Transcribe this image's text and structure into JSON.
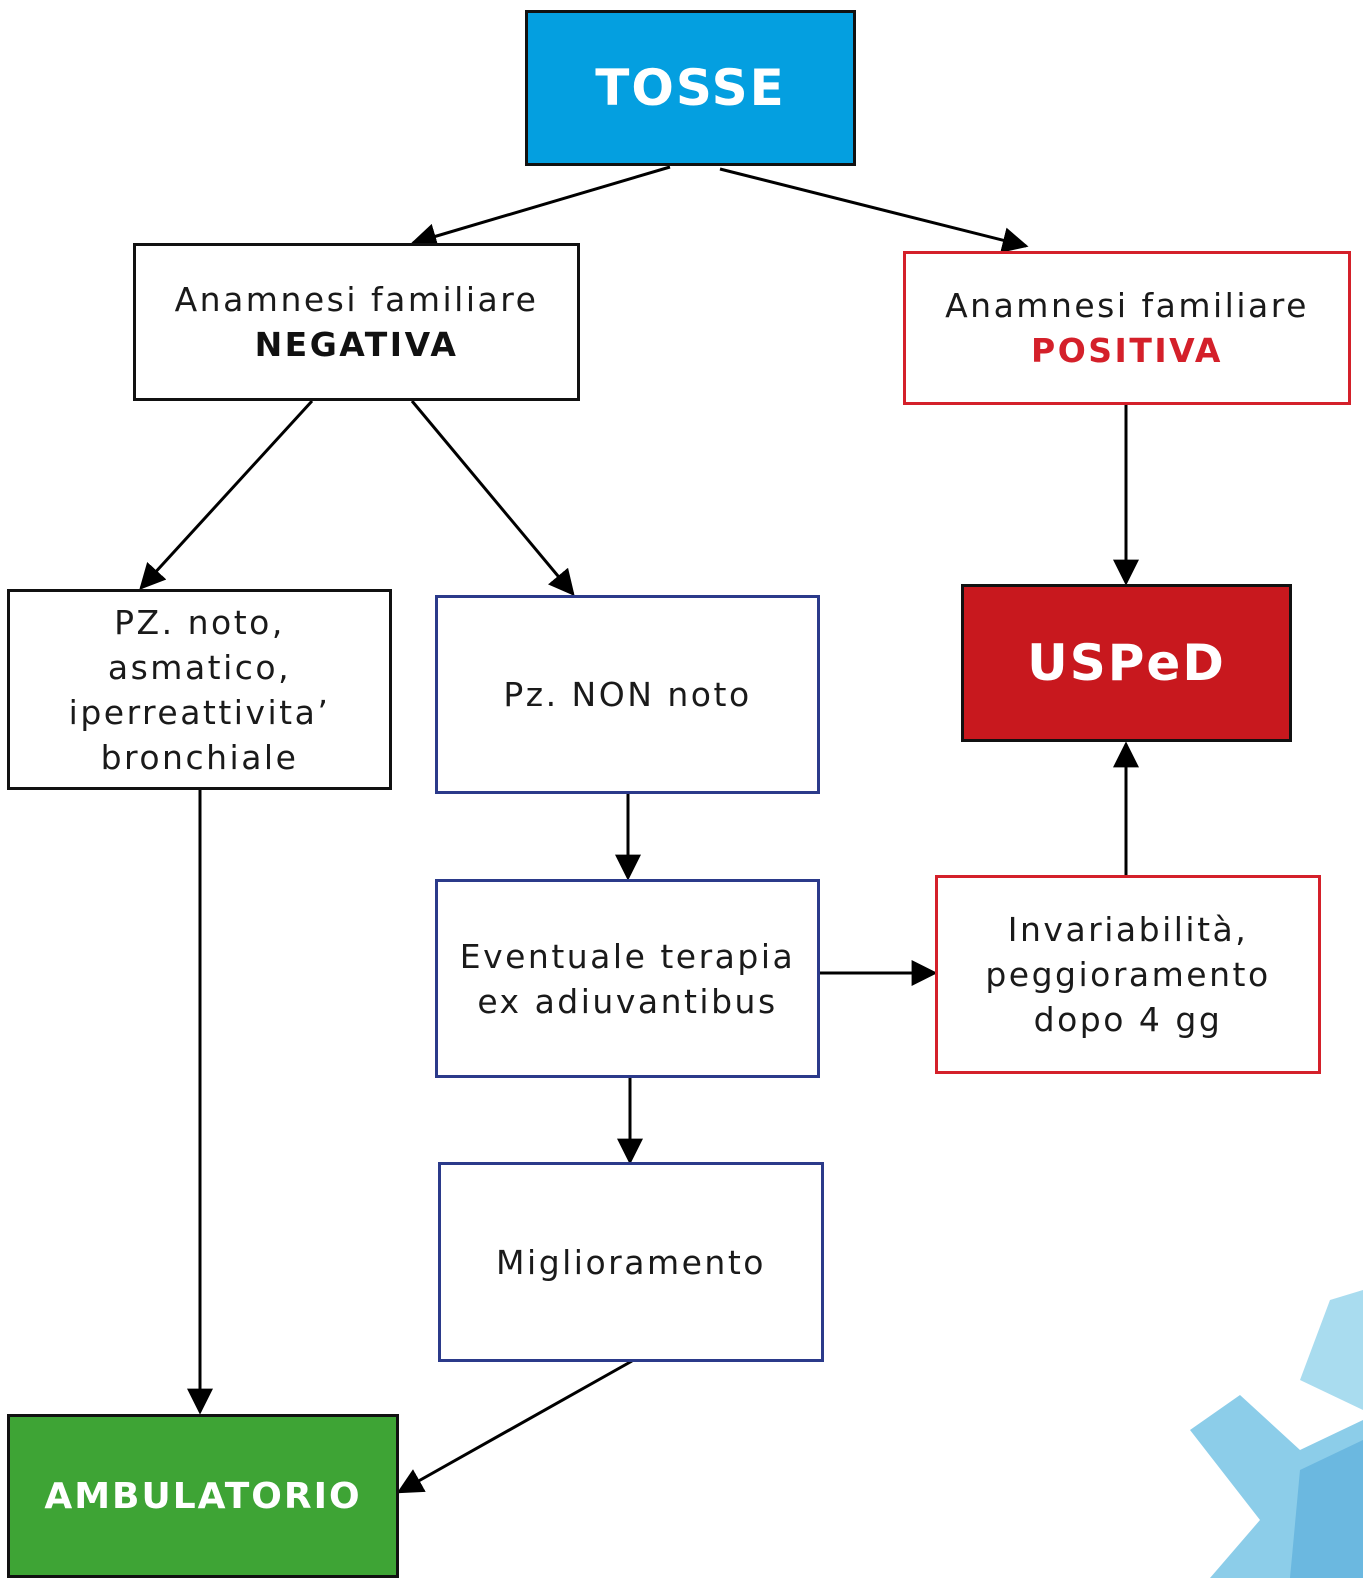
{
  "nodes": {
    "tosse": {
      "label": "TOSSE"
    },
    "negativa": {
      "line1": "Anamnesi familiare",
      "line2": "NEGATIVA"
    },
    "positiva": {
      "line1": "Anamnesi familiare",
      "line2": "POSITIVA"
    },
    "pz_noto": {
      "line1": "PZ. noto,",
      "line2": "asmatico,",
      "line3": "iperreattivita’",
      "line4": "bronchiale"
    },
    "pz_non_noto": {
      "label": "Pz. NON noto"
    },
    "usped": {
      "label": "USPeD"
    },
    "terapia": {
      "line1": "Eventuale terapia",
      "line2": "ex adiuvantibus"
    },
    "invariabilita": {
      "line1": "Invariabilità,",
      "line2": "peggioramento",
      "line3": "dopo 4 gg"
    },
    "miglioramento": {
      "label": "Miglioramento"
    },
    "ambulatorio": {
      "label": "AMBULATORIO"
    }
  },
  "colors": {
    "tosse_fill": "#049fe0",
    "usped_fill": "#c8181e",
    "ambulatorio_fill": "#3ea435",
    "positive_text": "#d4202a",
    "blue_border": "#2b3a8a",
    "red_border": "#d4202a",
    "decor_light": "#a9dcef",
    "decor_mid": "#7cc3e6"
  }
}
